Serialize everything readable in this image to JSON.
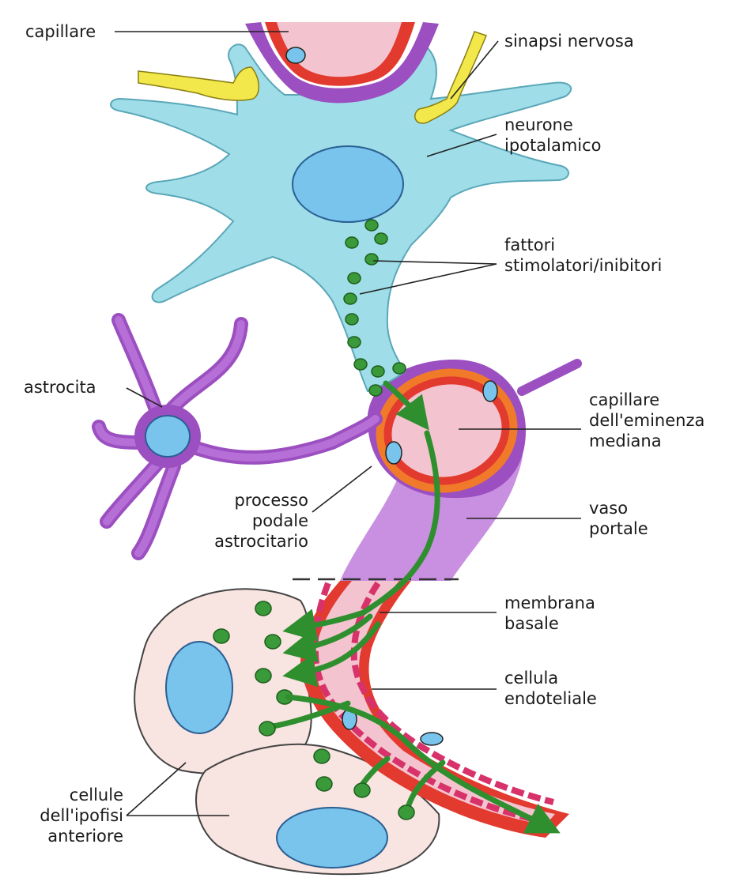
{
  "labels": {
    "capillare": "capillare",
    "sinapsi": "sinapsi nervosa",
    "neurone": [
      "neurone",
      "ipotalamico"
    ],
    "fattori": [
      "fattori",
      "stimolatori/inibitori"
    ],
    "astrocita": "astrocita",
    "capillare_eminenza": [
      "capillare",
      "dell'eminenza",
      "mediana"
    ],
    "processo": [
      "processo",
      "podale",
      "astrocitario"
    ],
    "vaso": [
      "vaso",
      "portale"
    ],
    "membrana": [
      "membrana",
      "basale"
    ],
    "cellula": [
      "cellula",
      "endoteliale"
    ],
    "cellule_ipofisi": [
      "cellule",
      "dell'ipofisi",
      "anteriore"
    ]
  },
  "colors": {
    "neuron": "#9fdde8",
    "nucleus": "#78c4ec",
    "astrocyte": "#9b4fc0",
    "capillary_lumen": "#f3c4cf",
    "capillary_wall": "#e33a2f",
    "endothelium": "#d8326a",
    "synapse": "#f2e84b",
    "factor": "#3a9a3a",
    "pituitary_cell": "#f8e4e0",
    "portal_vessel": "#c98fe0"
  }
}
